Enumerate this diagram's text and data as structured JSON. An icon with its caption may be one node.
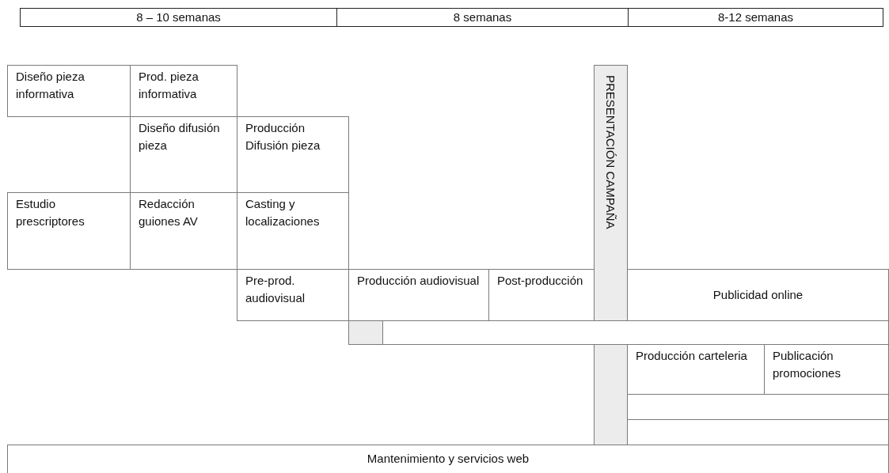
{
  "diagram": {
    "nodes": [
      {
        "text": [
          "8 – 10 semanas"
        ]
      },
      {
        "text": [
          "8 semanas"
        ]
      },
      {
        "text": [
          "8-12 semanas"
        ]
      },
      {
        "text": [
          "Diseño pieza informativa"
        ]
      },
      {
        "text": [
          "Prod. pieza informativa"
        ]
      },
      {
        "text": [
          "Diseño difusión pieza"
        ]
      },
      {
        "text": [
          "Producción Difusión pieza"
        ]
      },
      {
        "text": [
          "Estudio prescriptores"
        ]
      },
      {
        "text": [
          "Redacción guiones AV"
        ]
      },
      {
        "text": [
          "Casting y localizaciones"
        ]
      },
      {
        "text": [
          "PRESENTACIÓN CAMPAÑA"
        ]
      },
      {
        "text": [
          "Pre-prod. audiovisual"
        ]
      },
      {
        "text": [
          "Producción audiovisual"
        ]
      },
      {
        "text": [
          "Post-producción"
        ]
      },
      {
        "text": [
          "Publicidad online"
        ]
      },
      {
        "text": [],
        "shape": "box"
      },
      {
        "text": [],
        "shape": "box"
      },
      {
        "text": [],
        "shape": "bar"
      },
      {
        "text": [
          "Producción carteleria"
        ]
      },
      {
        "text": [
          "Publicación promociones"
        ]
      },
      {
        "text": [],
        "shape": "box"
      },
      {
        "text": [],
        "shape": "box"
      },
      {
        "text": [
          "Mantenimiento y servicios web"
        ]
      }
    ],
    "edges": []
  }
}
